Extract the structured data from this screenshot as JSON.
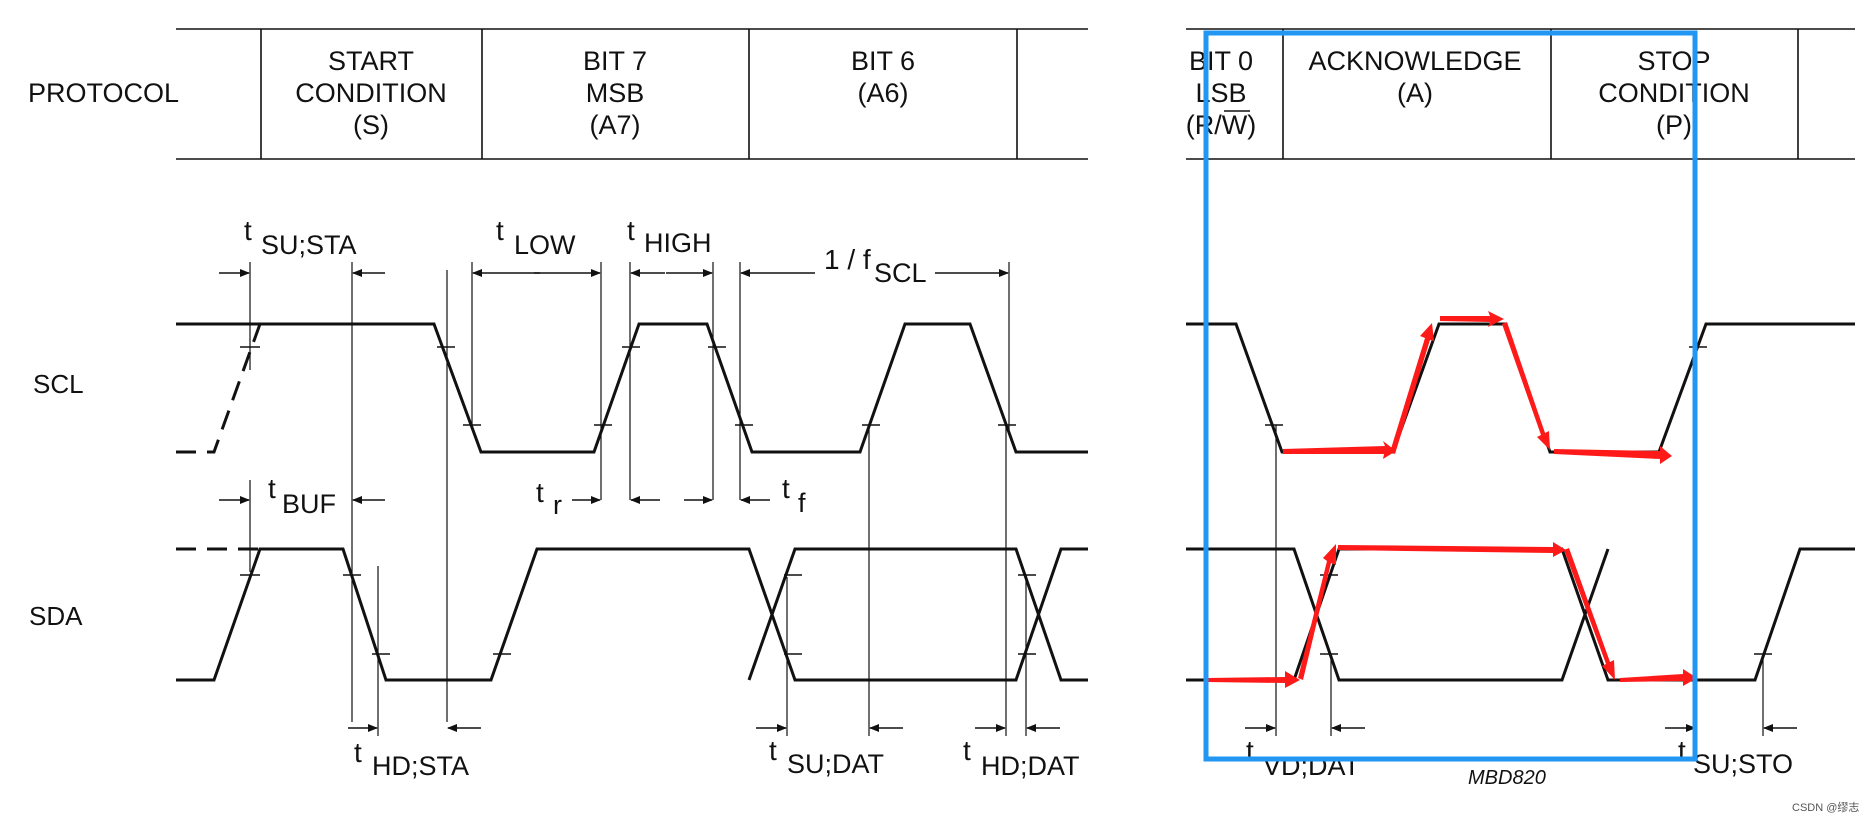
{
  "protocol_label": "PROTOCOL",
  "columns": [
    {
      "lines": [
        "START",
        "CONDITION",
        "(S)"
      ]
    },
    {
      "lines": [
        "BIT 7",
        "MSB",
        "(A7)"
      ]
    },
    {
      "lines": [
        "BIT 6",
        "(A6)"
      ]
    },
    {
      "lines": [
        "BIT 0",
        "LSB",
        "(R/W)"
      ]
    },
    {
      "lines": [
        "ACKNOWLEDGE",
        "(A)"
      ]
    },
    {
      "lines": [
        "STOP",
        "CONDITION",
        "(P)"
      ]
    }
  ],
  "signals": {
    "scl": "SCL",
    "sda": "SDA"
  },
  "timing": {
    "su_sta": {
      "t": "t",
      "sub": "SU;STA"
    },
    "low": {
      "t": "t",
      "sub": "LOW"
    },
    "high": {
      "t": "t",
      "sub": "HIGH"
    },
    "fscl": {
      "t": "1 / f",
      "sub": "SCL"
    },
    "buf": {
      "t": "t",
      "sub": "BUF"
    },
    "r": {
      "t": "t",
      "sub": "r"
    },
    "f": {
      "t": "t",
      "sub": "f"
    },
    "hd_sta": {
      "t": "t",
      "sub": "HD;STA"
    },
    "su_dat": {
      "t": "t",
      "sub": "SU;DAT"
    },
    "hd_dat": {
      "t": "t",
      "sub": "HD;DAT"
    },
    "vd_dat": {
      "t": "t",
      "sub": "VD;DAT"
    },
    "su_sto": {
      "t": "t",
      "sub": "SU;STO"
    }
  },
  "figure_id": "MBD820",
  "watermark": "CSDN @缪志",
  "colors": {
    "highlight": "#2196F3",
    "arrows": "#FF1A1A",
    "lines": "#111111"
  }
}
